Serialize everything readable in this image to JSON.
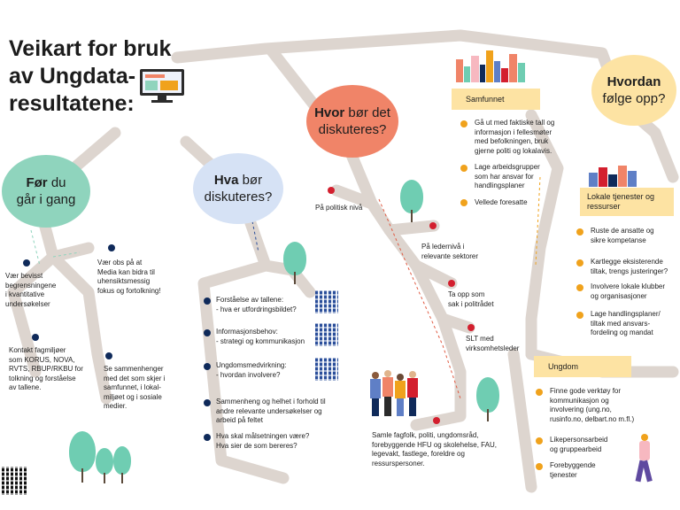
{
  "title": "Veikart for bruk\nav Ungdata-\nresultatene:",
  "bubbles": {
    "for_du": {
      "bold": "Før",
      "rest": " du\ngår i gang",
      "color": "#8fd4bd"
    },
    "hva_bor": {
      "bold": "Hva",
      "rest": " bør\ndiskuteres?",
      "color": "#d6e2f5"
    },
    "hvor_bor": {
      "bold": "Hvor",
      "rest": " bør det\ndiskuteres?",
      "color": "#f08468"
    },
    "hvordan": {
      "bold": "Hvordan",
      "rest": "\nfølge opp?",
      "color": "#fde3a3"
    }
  },
  "boxes": {
    "samfunnet": "Samfunnet",
    "lokale": "Lokale tjenester og\nressurser",
    "ungdom": "Ungdom"
  },
  "for_du_items": [
    "Vær obs på at\nMedia kan bidra til\nuhensiktsmessig\nfokus og fortolkning!",
    "Vær bevisst\nbegrensningene\ni kvantitative\nundersøkelser",
    "Kontakt fagmiljøer\nsom KORUS, NOVA,\nRVTS, RBUP/RKBU for\ntolkning og forståelse\nav tallene.",
    "Se sammenhenger\nmed det som skjer i\nsamfunnet, i lokal-\nmiljøet og i sosiale\nmedier."
  ],
  "hva_items": [
    "Forståelse av tallene:\n- hva er utfordringsbildet?",
    "Informasjonsbehov:\n- strategi og kommunikasjon",
    "Ungdomsmedvirkning:\n- hvordan involvere?",
    "Sammenheng og helhet i forhold til\nandre relevante undersøkelser og\narbeid på feltet",
    "Hva skal målsetningen være?\nHva sier de som bereres?"
  ],
  "hvor_items": [
    "På politisk nivå",
    "På ledernivå i\nrelevante sektorer",
    "Ta opp som\nsak i politrådet",
    "SLT med\nvirksomhetsleder",
    "Samle fagfolk, politi, ungdomsråd,\nforebyggende HFU og skolehelse, FAU,\nlegevakt, fastlege, foreldre og\nressurspersoner."
  ],
  "samfunnet_items": [
    "Gå ut med faktiske tall og\ninformasjon i fellesmøter\nmed befolkningen, bruk\ngjerne politi og lokalavis.",
    "Lage arbeidsgrupper\nsom har ansvar for\nhandlingsplaner",
    "Vellede foresatte"
  ],
  "lokale_items": [
    "Ruste de ansatte og\nsikre kompetanse",
    "Kartlegge eksisterende\ntiltak, trengs justeringer?",
    "Involvere lokale klubber\nog organisasjoner",
    "Lage handlingsplaner/\ntiltak med ansvars-\nfordeling og mandat"
  ],
  "ungdom_items": [
    "Finne gode verktøy for\nkommunikasjon og\ninvolvering (ung.no,\nrusinfo.no, delbart.no m.fl.)",
    "Likepersonsarbeid\nog gruppearbeid",
    "Forebyggende\ntjenester"
  ],
  "colors": {
    "road": "#ddd5cf",
    "navy": "#0f2a5a",
    "red": "#d31f2e",
    "orange": "#f0a21c",
    "box": "#fde3a3",
    "tree": "#6fcdb2"
  }
}
